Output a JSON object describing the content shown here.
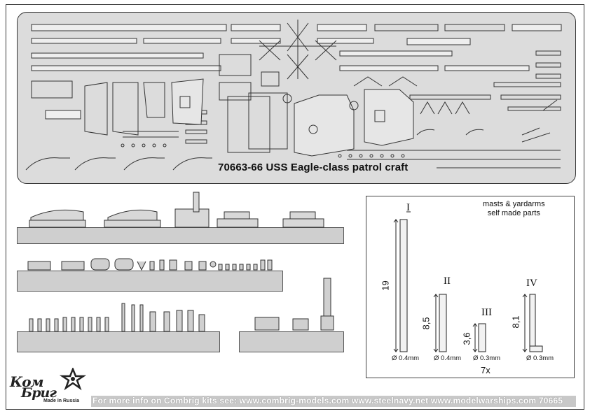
{
  "fret": {
    "title": "70663-66 USS Eagle-class patrol craft"
  },
  "masts": {
    "label_line1": "masts & yardarms",
    "label_line2": "self made parts",
    "parts": [
      {
        "numeral": "I",
        "length": "19",
        "diameter": "Ø 0.4mm"
      },
      {
        "numeral": "II",
        "length": "8,5",
        "diameter": "Ø 0.4mm"
      },
      {
        "numeral": "III",
        "length": "3,6",
        "diameter": "Ø 0.3mm"
      },
      {
        "numeral": "IV",
        "length": "8,1",
        "diameter": "Ø 0.3mm"
      }
    ],
    "quantity": "7x"
  },
  "logo": {
    "line1": "Ком",
    "line2": "Бриг",
    "tag": "Made in Russia"
  },
  "footer": {
    "text": "For more info on Combrig kits see: www.combrig-models.com www.steelnavy.net  www.modelwarships.com  70665"
  },
  "colors": {
    "fret_background": "#dcdcdc",
    "resin_tray": "#cfcfcf",
    "footer_band": "#c8c8c8"
  }
}
